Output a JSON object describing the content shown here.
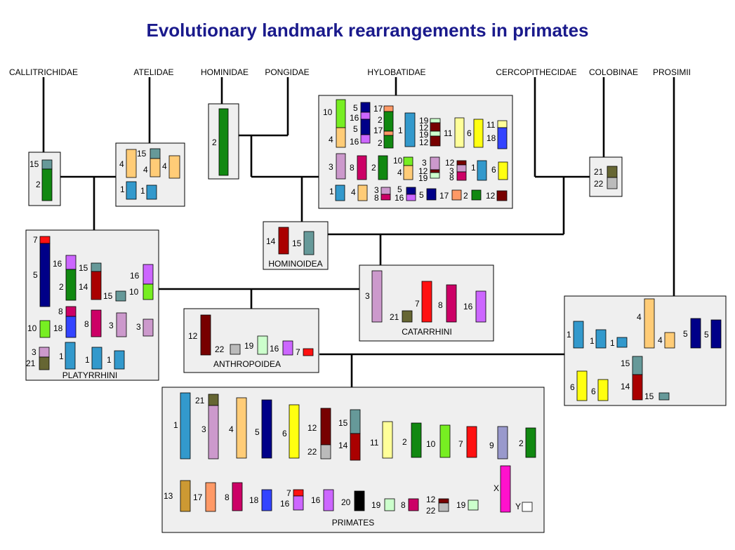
{
  "title": "Evolutionary landmark rearrangements in primates",
  "colors": {
    "1": "#3399cc",
    "2": "#118811",
    "3": "#cc99cc",
    "4": "#ffcc77",
    "5": "#000088",
    "6": "#ffff11",
    "7": "#ff1111",
    "8": "#cc0066",
    "9": "#9999cc",
    "10": "#77ee22",
    "11": "#ffff99",
    "12": "#770000",
    "13": "#cc9933",
    "14": "#aa0000",
    "15": "#669999",
    "16": "#cc66ff",
    "17": "#ff9966",
    "18": "#3344ff",
    "19": "#ccffcc",
    "20": "#000000",
    "21": "#666633",
    "22": "#bbbbbb",
    "X": "#ff11cc",
    "Y": "#ffffff"
  },
  "taxa": [
    "CALLITRICHIDAE",
    "ATELIDAE",
    "HOMINIDAE",
    "PONGIDAE",
    "HYLOBATIDAE",
    "CERCOPITHECIDAE",
    "COLOBINAE",
    "PROSIMII"
  ],
  "clades": [
    "HOMINOIDEA",
    "CATARRHINI",
    "ANTHROPOIDEA",
    "PLATYRRHINI",
    "PRIMATES"
  ]
}
